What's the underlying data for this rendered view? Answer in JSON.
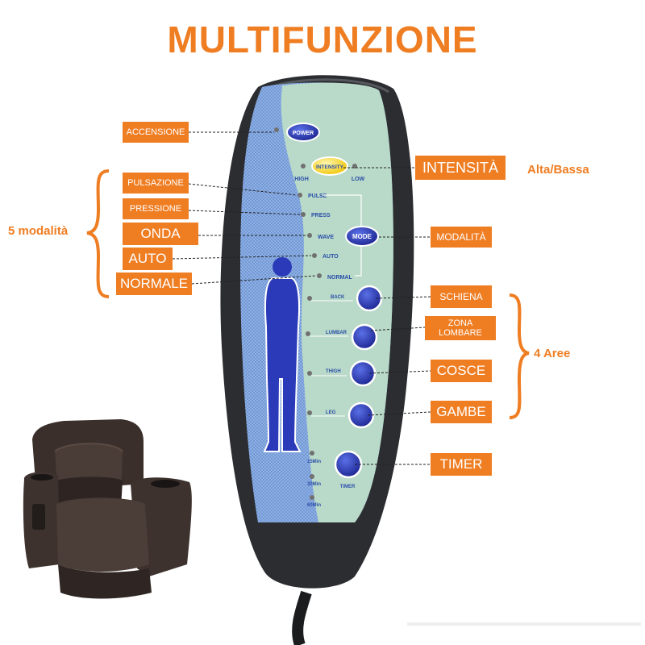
{
  "title": "MULTIFUNZIONE",
  "left_group": "5 modalità",
  "right_group": "4 Aree",
  "intensity_note": "Alta/Bassa",
  "tags": {
    "accensione": "ACCENSIONE",
    "pulsazione": "PULSAZIONE",
    "pressione": "PRESSIONE",
    "onda": "ONDA",
    "auto": "AUTO",
    "normale": "NORMALE",
    "intensita": "INTENSITÀ",
    "modalita": "MODALITÀ",
    "schiena": "SCHIENA",
    "zona_lombare": "ZONA LOMBARE",
    "cosce": "COSCE",
    "gambe": "GAMBE",
    "timer": "TIMER"
  },
  "remote": {
    "power": "POWER",
    "intensity": "INTENSITY",
    "high": "HIGH",
    "low": "LOW",
    "pulse": "PULSE",
    "press": "PRESS",
    "wave": "WAVE",
    "auto": "AUTO",
    "normal": "NORMAL",
    "mode": "MODE",
    "back": "BACK",
    "lumbar": "LUMBAR",
    "thigh": "THIGH",
    "leg": "LEG",
    "t15": "15Min",
    "t30": "30Min",
    "t60": "60Min",
    "timer": "TIMER"
  },
  "colors": {
    "accent": "#ef7d22",
    "remote_body": "#2b2d30",
    "panel_green": "#b9d9c9",
    "panel_blue": "#7fa7dc",
    "button_blue": "#2433b8"
  }
}
